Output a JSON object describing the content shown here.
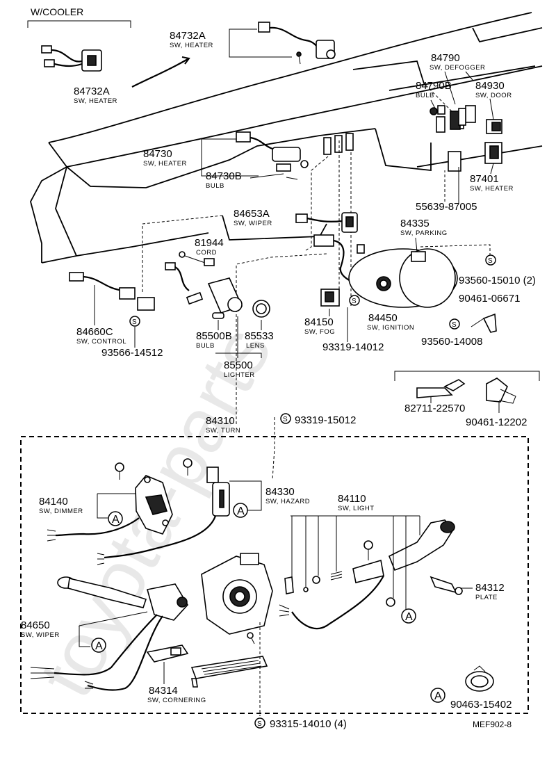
{
  "header": {
    "cooler_note": "W/COOLER"
  },
  "watermark": "toyota-parts",
  "parts": [
    {
      "id": "84732A_top",
      "number": "84732A",
      "desc": "SW, HEATER"
    },
    {
      "id": "84732A_cooler",
      "number": "84732A",
      "desc": "SW, HEATER"
    },
    {
      "id": "84790",
      "number": "84790",
      "desc": "SW, DEFOGGER"
    },
    {
      "id": "84790B",
      "number": "84790B",
      "desc": "BULB"
    },
    {
      "id": "84930",
      "number": "84930",
      "desc": "SW, DOOR"
    },
    {
      "id": "84730",
      "number": "84730",
      "desc": "SW, HEATER"
    },
    {
      "id": "84730B",
      "number": "84730B",
      "desc": "BULB"
    },
    {
      "id": "87401",
      "number": "87401",
      "desc": "SW, HEATER"
    },
    {
      "id": "55639",
      "number": "55639-87005",
      "desc": ""
    },
    {
      "id": "84653A",
      "number": "84653A",
      "desc": "SW, WIPER"
    },
    {
      "id": "84335",
      "number": "84335",
      "desc": "SW, PARKING"
    },
    {
      "id": "81944",
      "number": "81944",
      "desc": "CORD"
    },
    {
      "id": "93560_15010",
      "number": "93560-15010 (2)",
      "desc": ""
    },
    {
      "id": "90461_06671",
      "number": "90461-06671",
      "desc": ""
    },
    {
      "id": "84660C",
      "number": "84660C",
      "desc": "SW, CONTROL"
    },
    {
      "id": "85500B",
      "number": "85500B",
      "desc": "BULB"
    },
    {
      "id": "85533",
      "number": "85533",
      "desc": "LENS"
    },
    {
      "id": "84150",
      "number": "84150",
      "desc": "SW, FOG"
    },
    {
      "id": "84450",
      "number": "84450",
      "desc": "SW, IGNITION"
    },
    {
      "id": "93560_14008",
      "number": "93560-14008",
      "desc": ""
    },
    {
      "id": "93566_14512",
      "number": "93566-14512",
      "desc": ""
    },
    {
      "id": "93319_14012",
      "number": "93319-14012",
      "desc": ""
    },
    {
      "id": "85500",
      "number": "85500",
      "desc": "LIGHTER"
    },
    {
      "id": "82711",
      "number": "82711-22570",
      "desc": ""
    },
    {
      "id": "90461_12202",
      "number": "90461-12202",
      "desc": ""
    },
    {
      "id": "84310",
      "number": "84310",
      "desc": "SW, TURN"
    },
    {
      "id": "93319_15012",
      "number": "93319-15012",
      "desc": ""
    },
    {
      "id": "84140",
      "number": "84140",
      "desc": "SW, DIMMER"
    },
    {
      "id": "84330",
      "number": "84330",
      "desc": "SW, HAZARD"
    },
    {
      "id": "84110",
      "number": "84110",
      "desc": "SW, LIGHT"
    },
    {
      "id": "84312",
      "number": "84312",
      "desc": "PLATE"
    },
    {
      "id": "84650",
      "number": "84650",
      "desc": "SW, WIPER"
    },
    {
      "id": "84314",
      "number": "84314",
      "desc": "SW, CORNERING"
    },
    {
      "id": "90463",
      "number": "90463-15402",
      "desc": ""
    },
    {
      "id": "93315",
      "number": "93315-14010 (4)",
      "desc": ""
    }
  ],
  "markers": {
    "circle_a": "A",
    "circle_s": "S"
  },
  "footer": {
    "ref": "MEF902-8"
  }
}
